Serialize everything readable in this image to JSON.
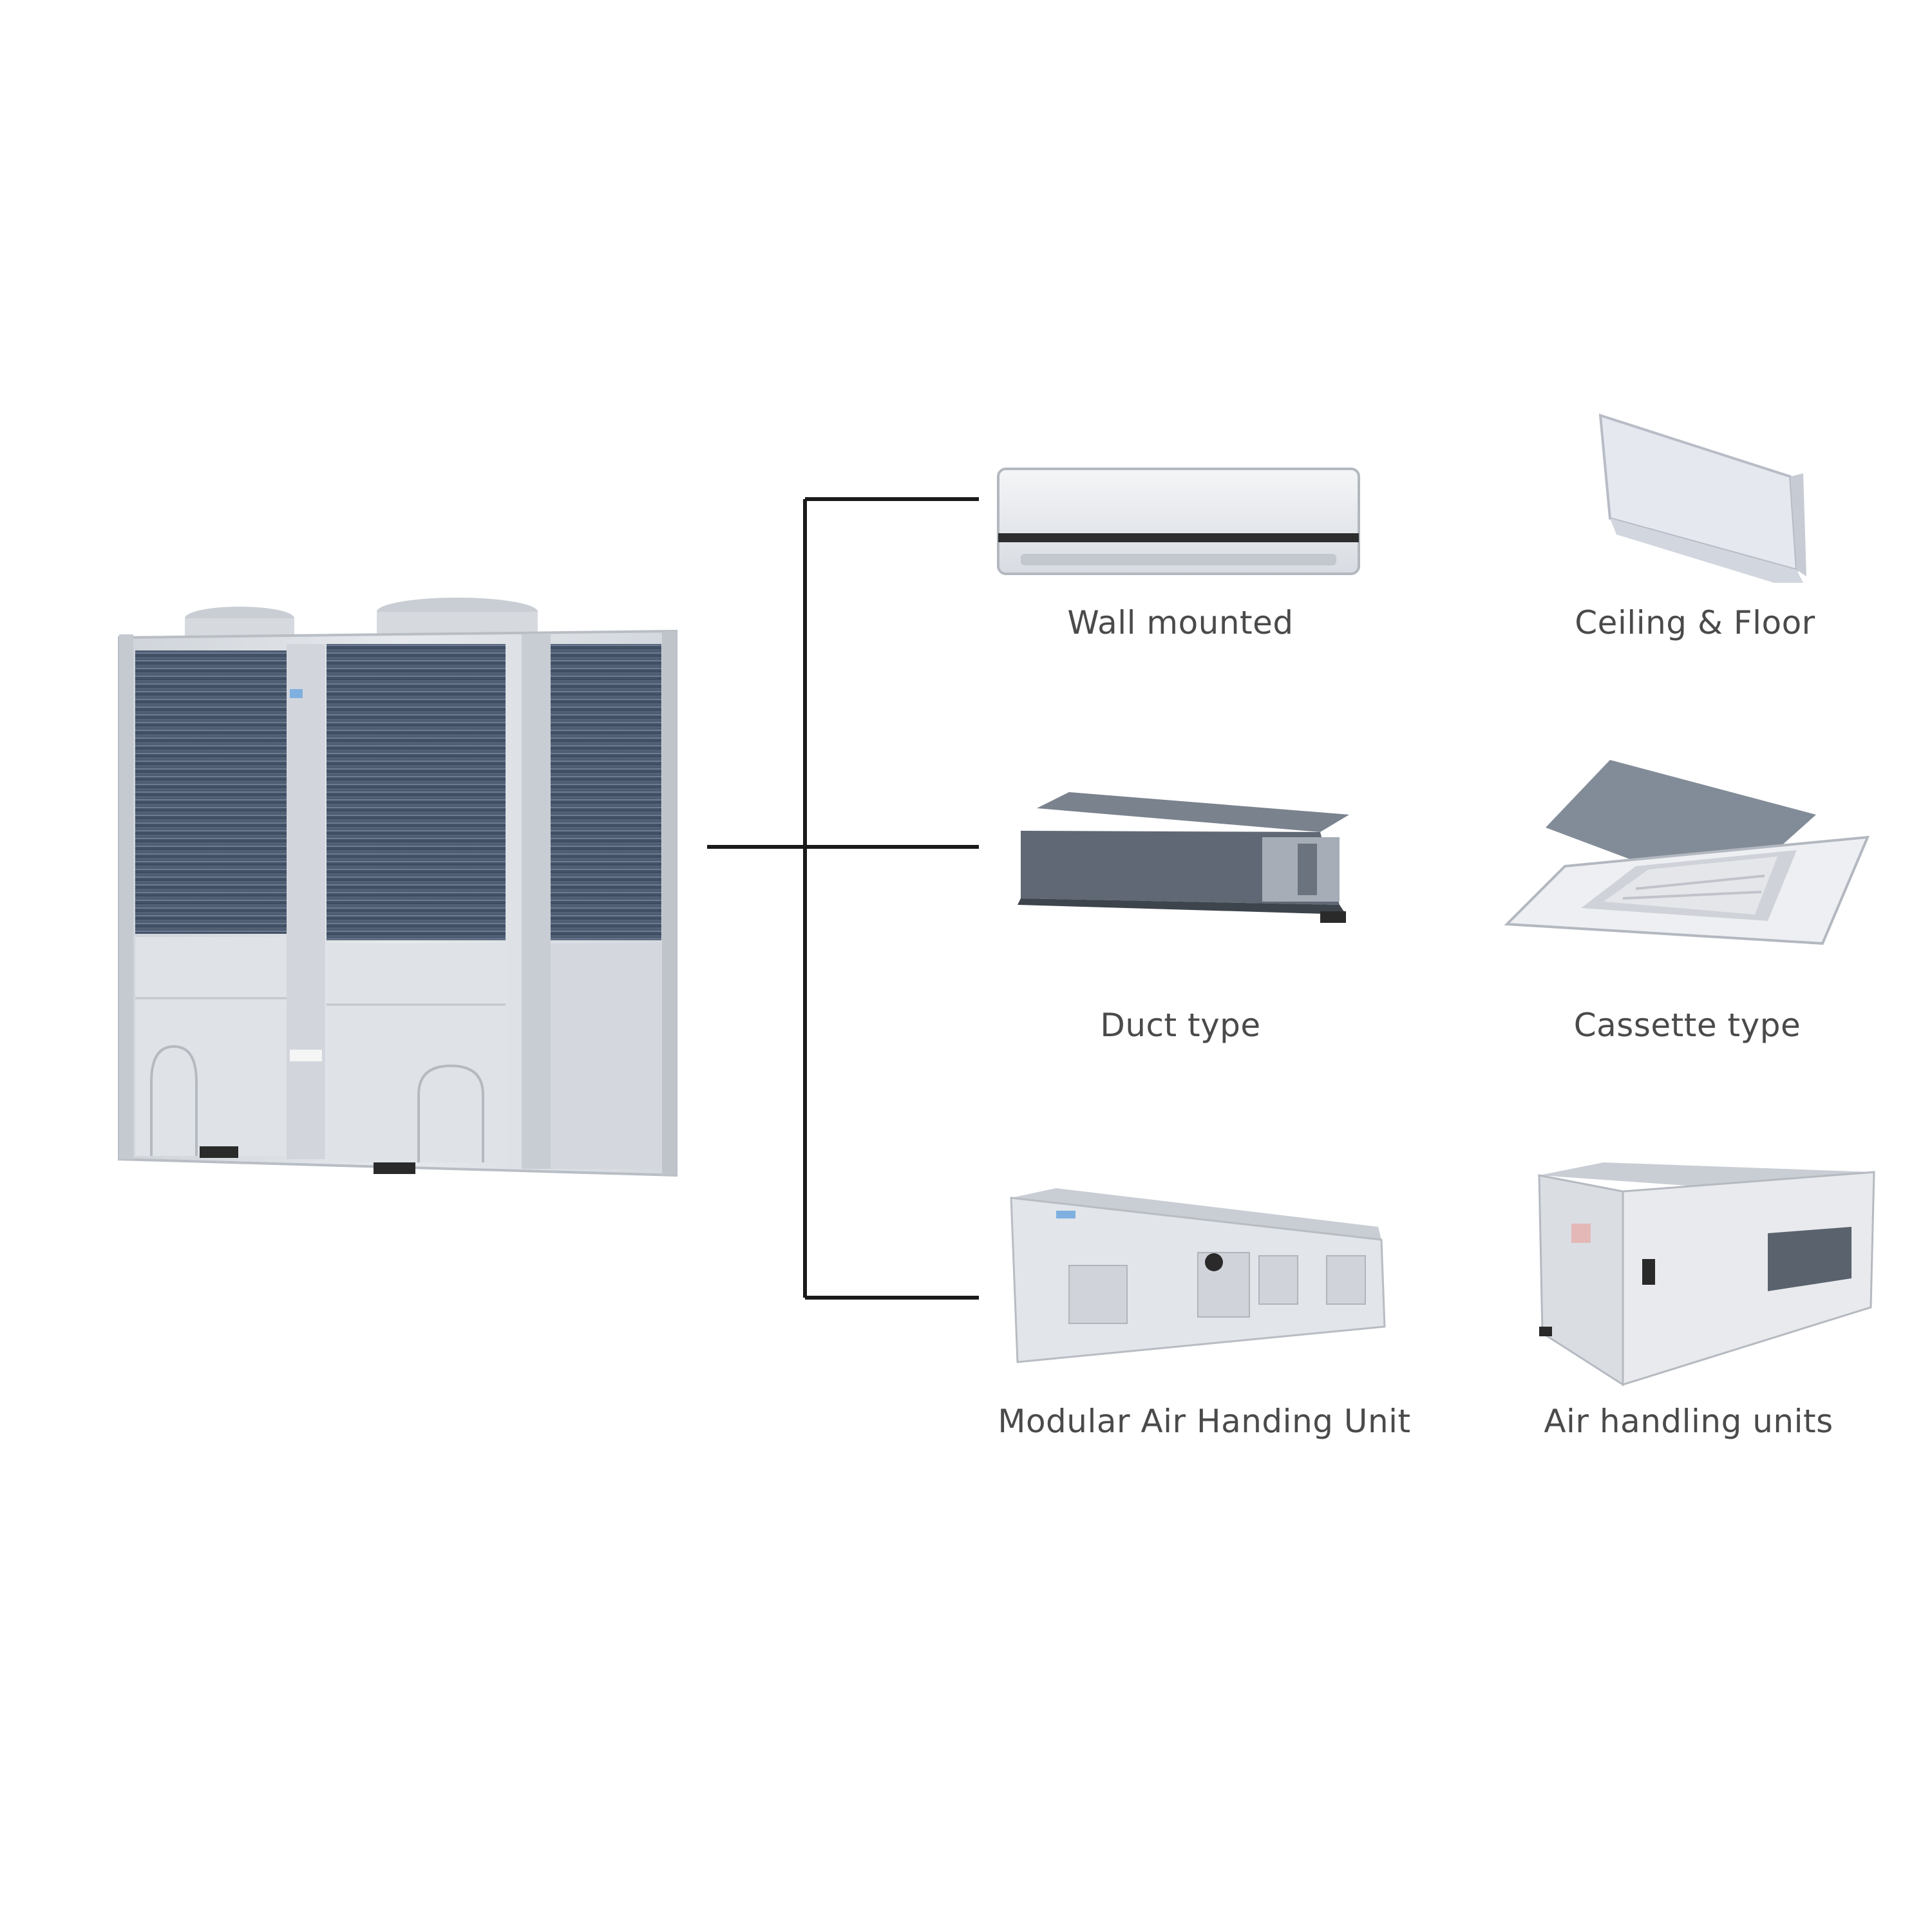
{
  "outdoor_unit": {
    "icon": "outdoor-condensing-unit"
  },
  "connector": {
    "color": "#1a1a1a"
  },
  "indoor_units": [
    {
      "label": "Wall mounted",
      "icon": "wall-mounted-unit-icon"
    },
    {
      "label": "Ceiling & Floor",
      "icon": "ceiling-floor-unit-icon"
    },
    {
      "label": "Duct type",
      "icon": "duct-unit-icon"
    },
    {
      "label": "Cassette type",
      "icon": "cassette-unit-icon"
    },
    {
      "label": "Modular Air Handing Unit",
      "icon": "modular-ahu-icon"
    },
    {
      "label": "Air handling units",
      "icon": "ahu-icon"
    }
  ],
  "colors": {
    "panel": "#dde1e6",
    "coil": "#4a5a70",
    "background": "#ffffff"
  }
}
